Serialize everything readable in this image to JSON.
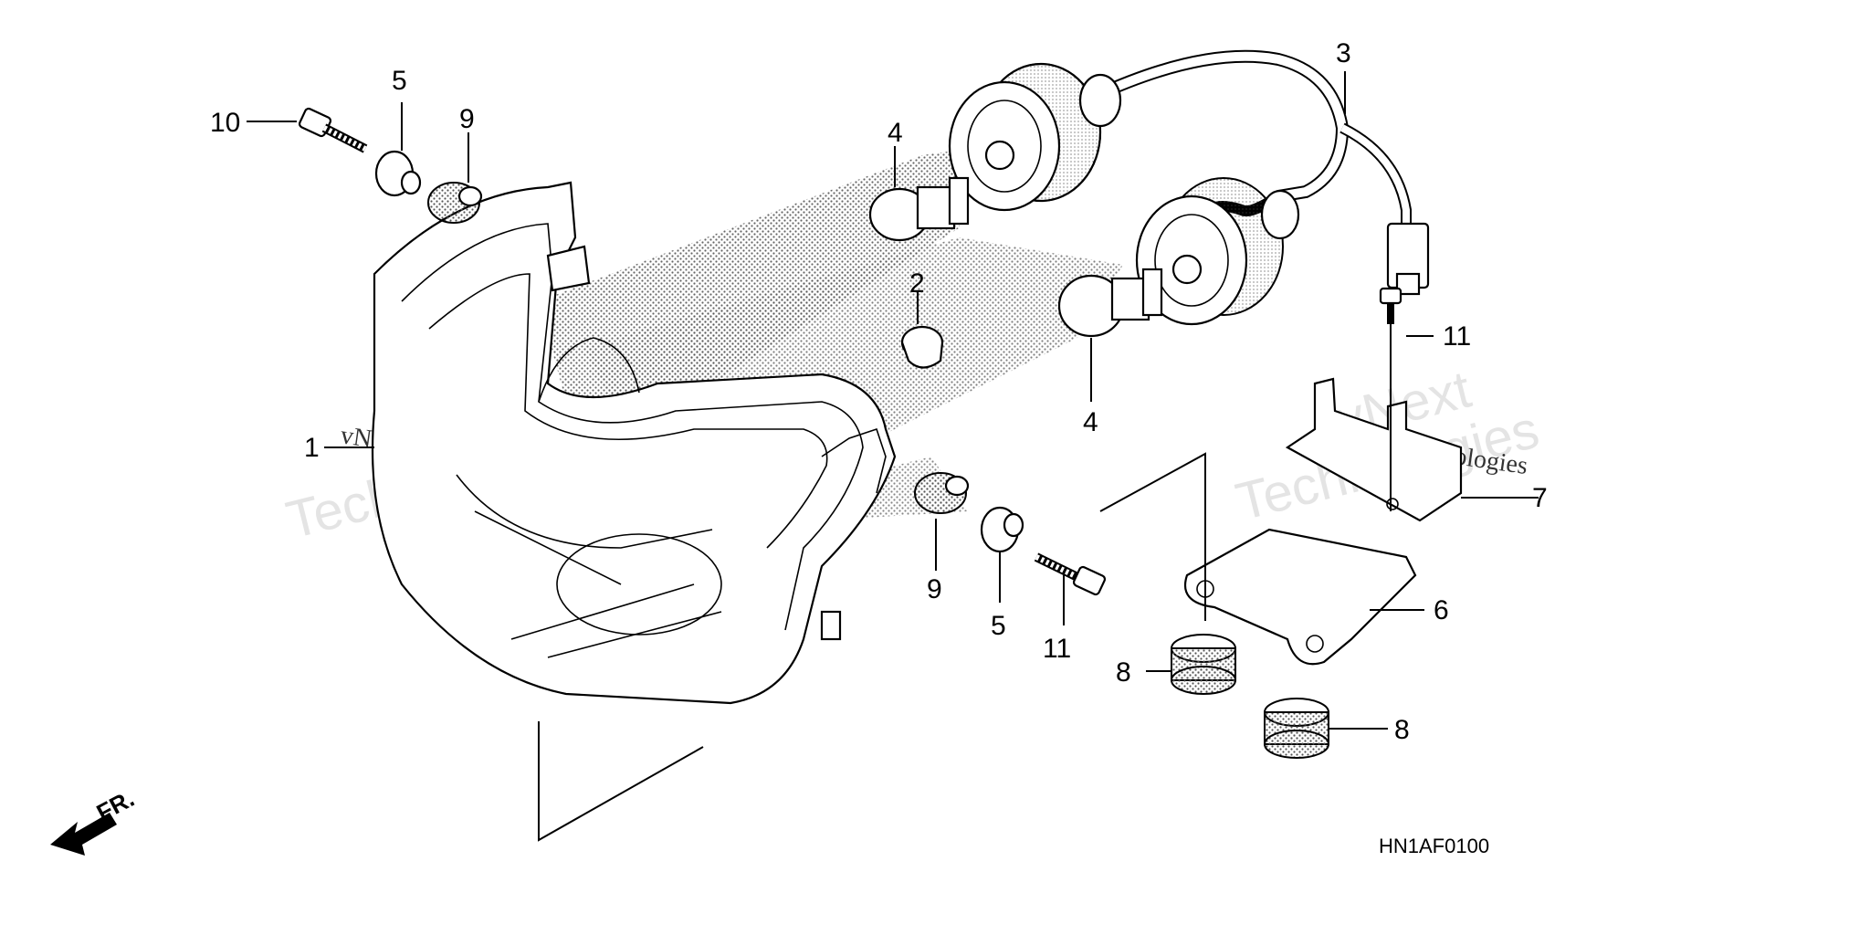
{
  "diagram": {
    "code": "HN1AF0100",
    "direction_label": "FR.",
    "watermarks": [
      "vNext",
      "Technologies",
      "vNext Technologies"
    ],
    "callouts": [
      {
        "id": "1",
        "label": "1"
      },
      {
        "id": "2",
        "label": "2"
      },
      {
        "id": "3",
        "label": "3"
      },
      {
        "id": "4a",
        "label": "4"
      },
      {
        "id": "4b",
        "label": "4"
      },
      {
        "id": "5a",
        "label": "5"
      },
      {
        "id": "5b",
        "label": "5"
      },
      {
        "id": "6",
        "label": "6"
      },
      {
        "id": "7",
        "label": "7"
      },
      {
        "id": "8a",
        "label": "8"
      },
      {
        "id": "8b",
        "label": "8"
      },
      {
        "id": "9a",
        "label": "9"
      },
      {
        "id": "9b",
        "label": "9"
      },
      {
        "id": "10a",
        "label": "10"
      },
      {
        "id": "10b",
        "label": "10"
      },
      {
        "id": "11",
        "label": "11"
      }
    ]
  }
}
